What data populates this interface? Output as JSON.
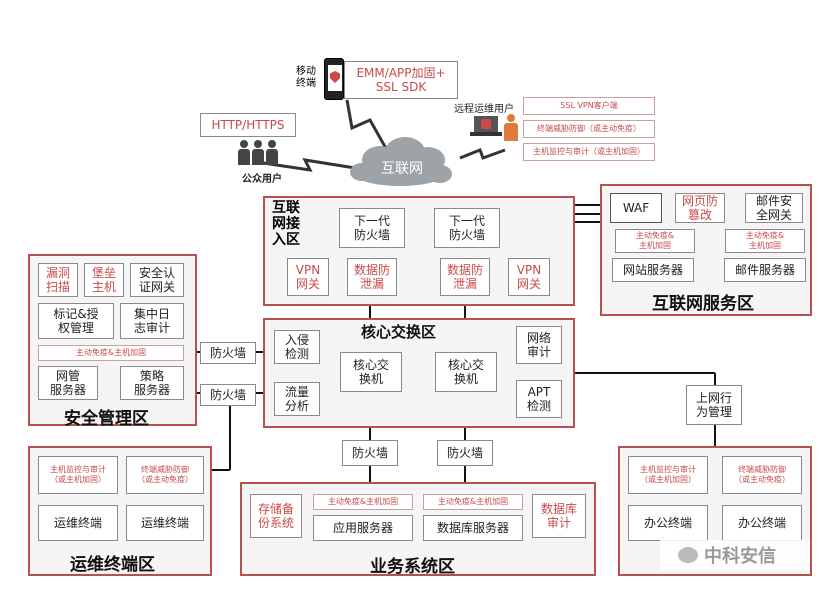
{
  "mobile": {
    "label": "移动\n终端",
    "sdk_text": "EMM/APP加固+\nSSL  SDK"
  },
  "public_user": {
    "protocol": "HTTP/HTTPS",
    "label": "公众用户"
  },
  "remote_ops": {
    "label": "远程运维用户",
    "items": [
      "SSL VPN客户端",
      "终端威胁防御（或主动免疫）",
      "主机监控与审计（或主机加固）"
    ]
  },
  "internet_cloud": {
    "label": "互联网"
  },
  "internet_access": {
    "title": "互联\n网接\n入区",
    "firewalls": [
      "下一代\n防火墙",
      "下一代\n防火墙"
    ],
    "modules": [
      "VPN\n网关",
      "数据防\n泄漏",
      "数据防\n泄漏",
      "VPN\n网关"
    ]
  },
  "internet_service": {
    "title": "互联网服务区",
    "top_items": [
      "WAF",
      "网页防\n篡改",
      "邮件安\n全网关"
    ],
    "notes": [
      "主动免疫&\n主机加固",
      "主动免疫&\n主机加固"
    ],
    "servers": [
      "网站服务器",
      "邮件服务器"
    ]
  },
  "security_mgmt": {
    "title": "安全管理区",
    "items": [
      "漏洞\n扫描",
      "堡垒\n主机",
      "安全认\n证网关",
      "标记&授\n权管理",
      "集中日\n志审计",
      "网管\n服务器",
      "策略\n服务器"
    ],
    "strip": "主动免疫&主机加固"
  },
  "core": {
    "title": "核心交换区",
    "left": [
      "入侵\n检测",
      "流量\n分析"
    ],
    "switches": [
      "核心交\n换机",
      "核心交\n换机"
    ],
    "right": [
      "网络\n审计",
      "APT\n检测"
    ]
  },
  "firewall_label": "防火墙",
  "behavior_mgmt": "上网行\n为管理",
  "ops_terminal": {
    "title": "运维终端区",
    "notes": [
      "主机监控与审计\n（或主机加固）",
      "终端威胁防御\n（或主动免疫）"
    ],
    "terminals": [
      "运维终端",
      "运维终端"
    ]
  },
  "business": {
    "title": "业务系统区",
    "backup": "存储备\n份系统",
    "notes": [
      "主动免疫&主机加固",
      "主动免疫&主机加固"
    ],
    "servers": [
      "应用服务器",
      "数据库服务器"
    ],
    "db_audit": "数据库\n审计"
  },
  "office": {
    "notes": [
      "主机监控与审计\n（或主机加固）",
      "终端威胁防御\n（或主动免疫）"
    ],
    "terminals": [
      "办公终端",
      "办公终端"
    ]
  },
  "watermark": "中科安信"
}
